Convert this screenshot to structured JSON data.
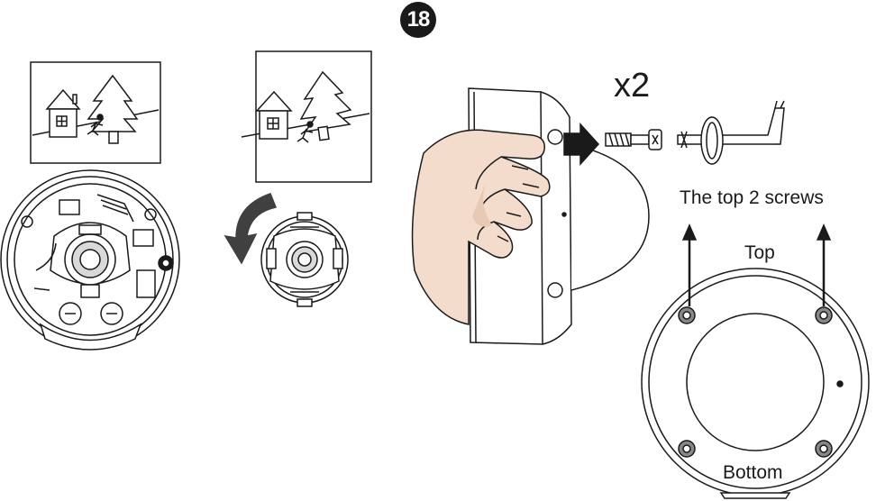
{
  "step": {
    "number": "18"
  },
  "quantity": "x2",
  "labels": {
    "top_screws": "The top 2 screws",
    "top": "Top",
    "bottom": "Bottom"
  },
  "colors": {
    "line": "#1a1a1a",
    "skin": "#f3dccb",
    "background": "#ffffff"
  },
  "icons": [
    "house-icon",
    "tree-icon",
    "running-person-icon",
    "rotate-arrow-icon",
    "push-arrow-icon",
    "up-arrow-icon",
    "screw-icon",
    "hex-key-icon"
  ]
}
